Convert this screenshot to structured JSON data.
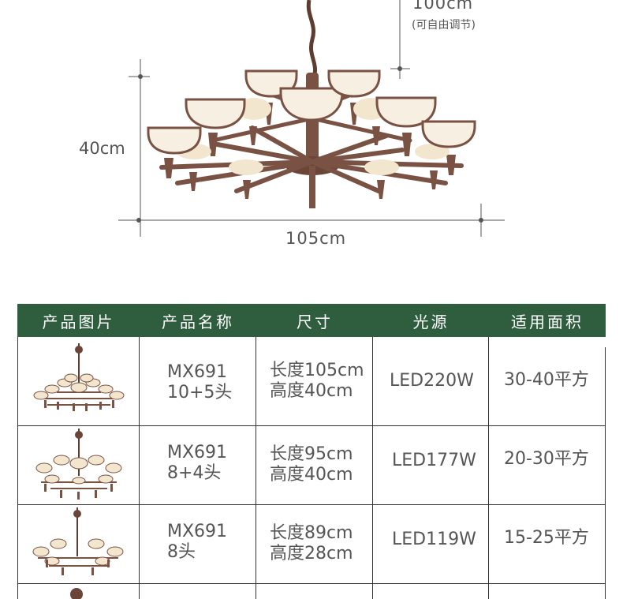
{
  "dimensions": {
    "height_adjust": "100cm",
    "height_adjust_note": "(可自由调节)",
    "height": "40cm",
    "width": "105cm"
  },
  "colors": {
    "header_bg": "#2e5e3e",
    "frame": "#7a5244",
    "shade": "#f6efe2"
  },
  "table": {
    "headers": [
      "产品图片",
      "产品名称",
      "尺寸",
      "光源",
      "适用面积"
    ],
    "rows": [
      {
        "model": "MX691",
        "heads": "10+5头",
        "length": "长度105cm",
        "height": "高度40cm",
        "light": "LED220W",
        "area": "30-40平方"
      },
      {
        "model": "MX691",
        "heads": "8+4头",
        "length": "长度95cm",
        "height": "高度40cm",
        "light": "LED177W",
        "area": "20-30平方"
      },
      {
        "model": "MX691",
        "heads": "8头",
        "length": "长度89cm",
        "height": "高度28cm",
        "light": "LED119W",
        "area": "15-25平方"
      }
    ]
  }
}
